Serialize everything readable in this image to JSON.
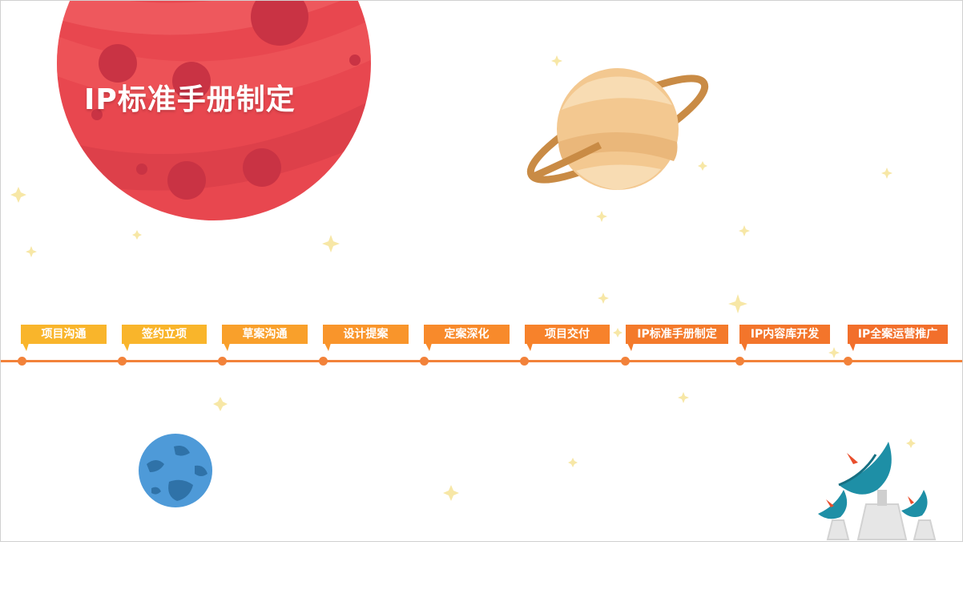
{
  "title": "IP标准手册制定",
  "timeline": [
    {
      "label": "项目沟通",
      "color": "#f9b52b"
    },
    {
      "label": "签约立项",
      "color": "#f9b52b"
    },
    {
      "label": "草案沟通",
      "color": "#f9a02b"
    },
    {
      "label": "设计提案",
      "color": "#f9952b"
    },
    {
      "label": "定案深化",
      "color": "#f88a2b"
    },
    {
      "label": "项目交付",
      "color": "#f7822b"
    },
    {
      "label": "IP标准手册制定",
      "color": "#f47a2b"
    },
    {
      "label": "IP内容库开发",
      "color": "#f3752b"
    },
    {
      "label": "IP全案运营推广",
      "color": "#f26f2b"
    }
  ],
  "colors": {
    "line": "#f2823a",
    "mars": "#e8474f",
    "saturn": "#f3c890",
    "earth": "#4e9ad8",
    "dish": "#1e8fa6",
    "star": "#f7e7a6"
  },
  "icons": [
    "mars-planet-icon",
    "saturn-planet-icon",
    "blue-planet-icon",
    "radar-dish-icon",
    "star-icon"
  ]
}
